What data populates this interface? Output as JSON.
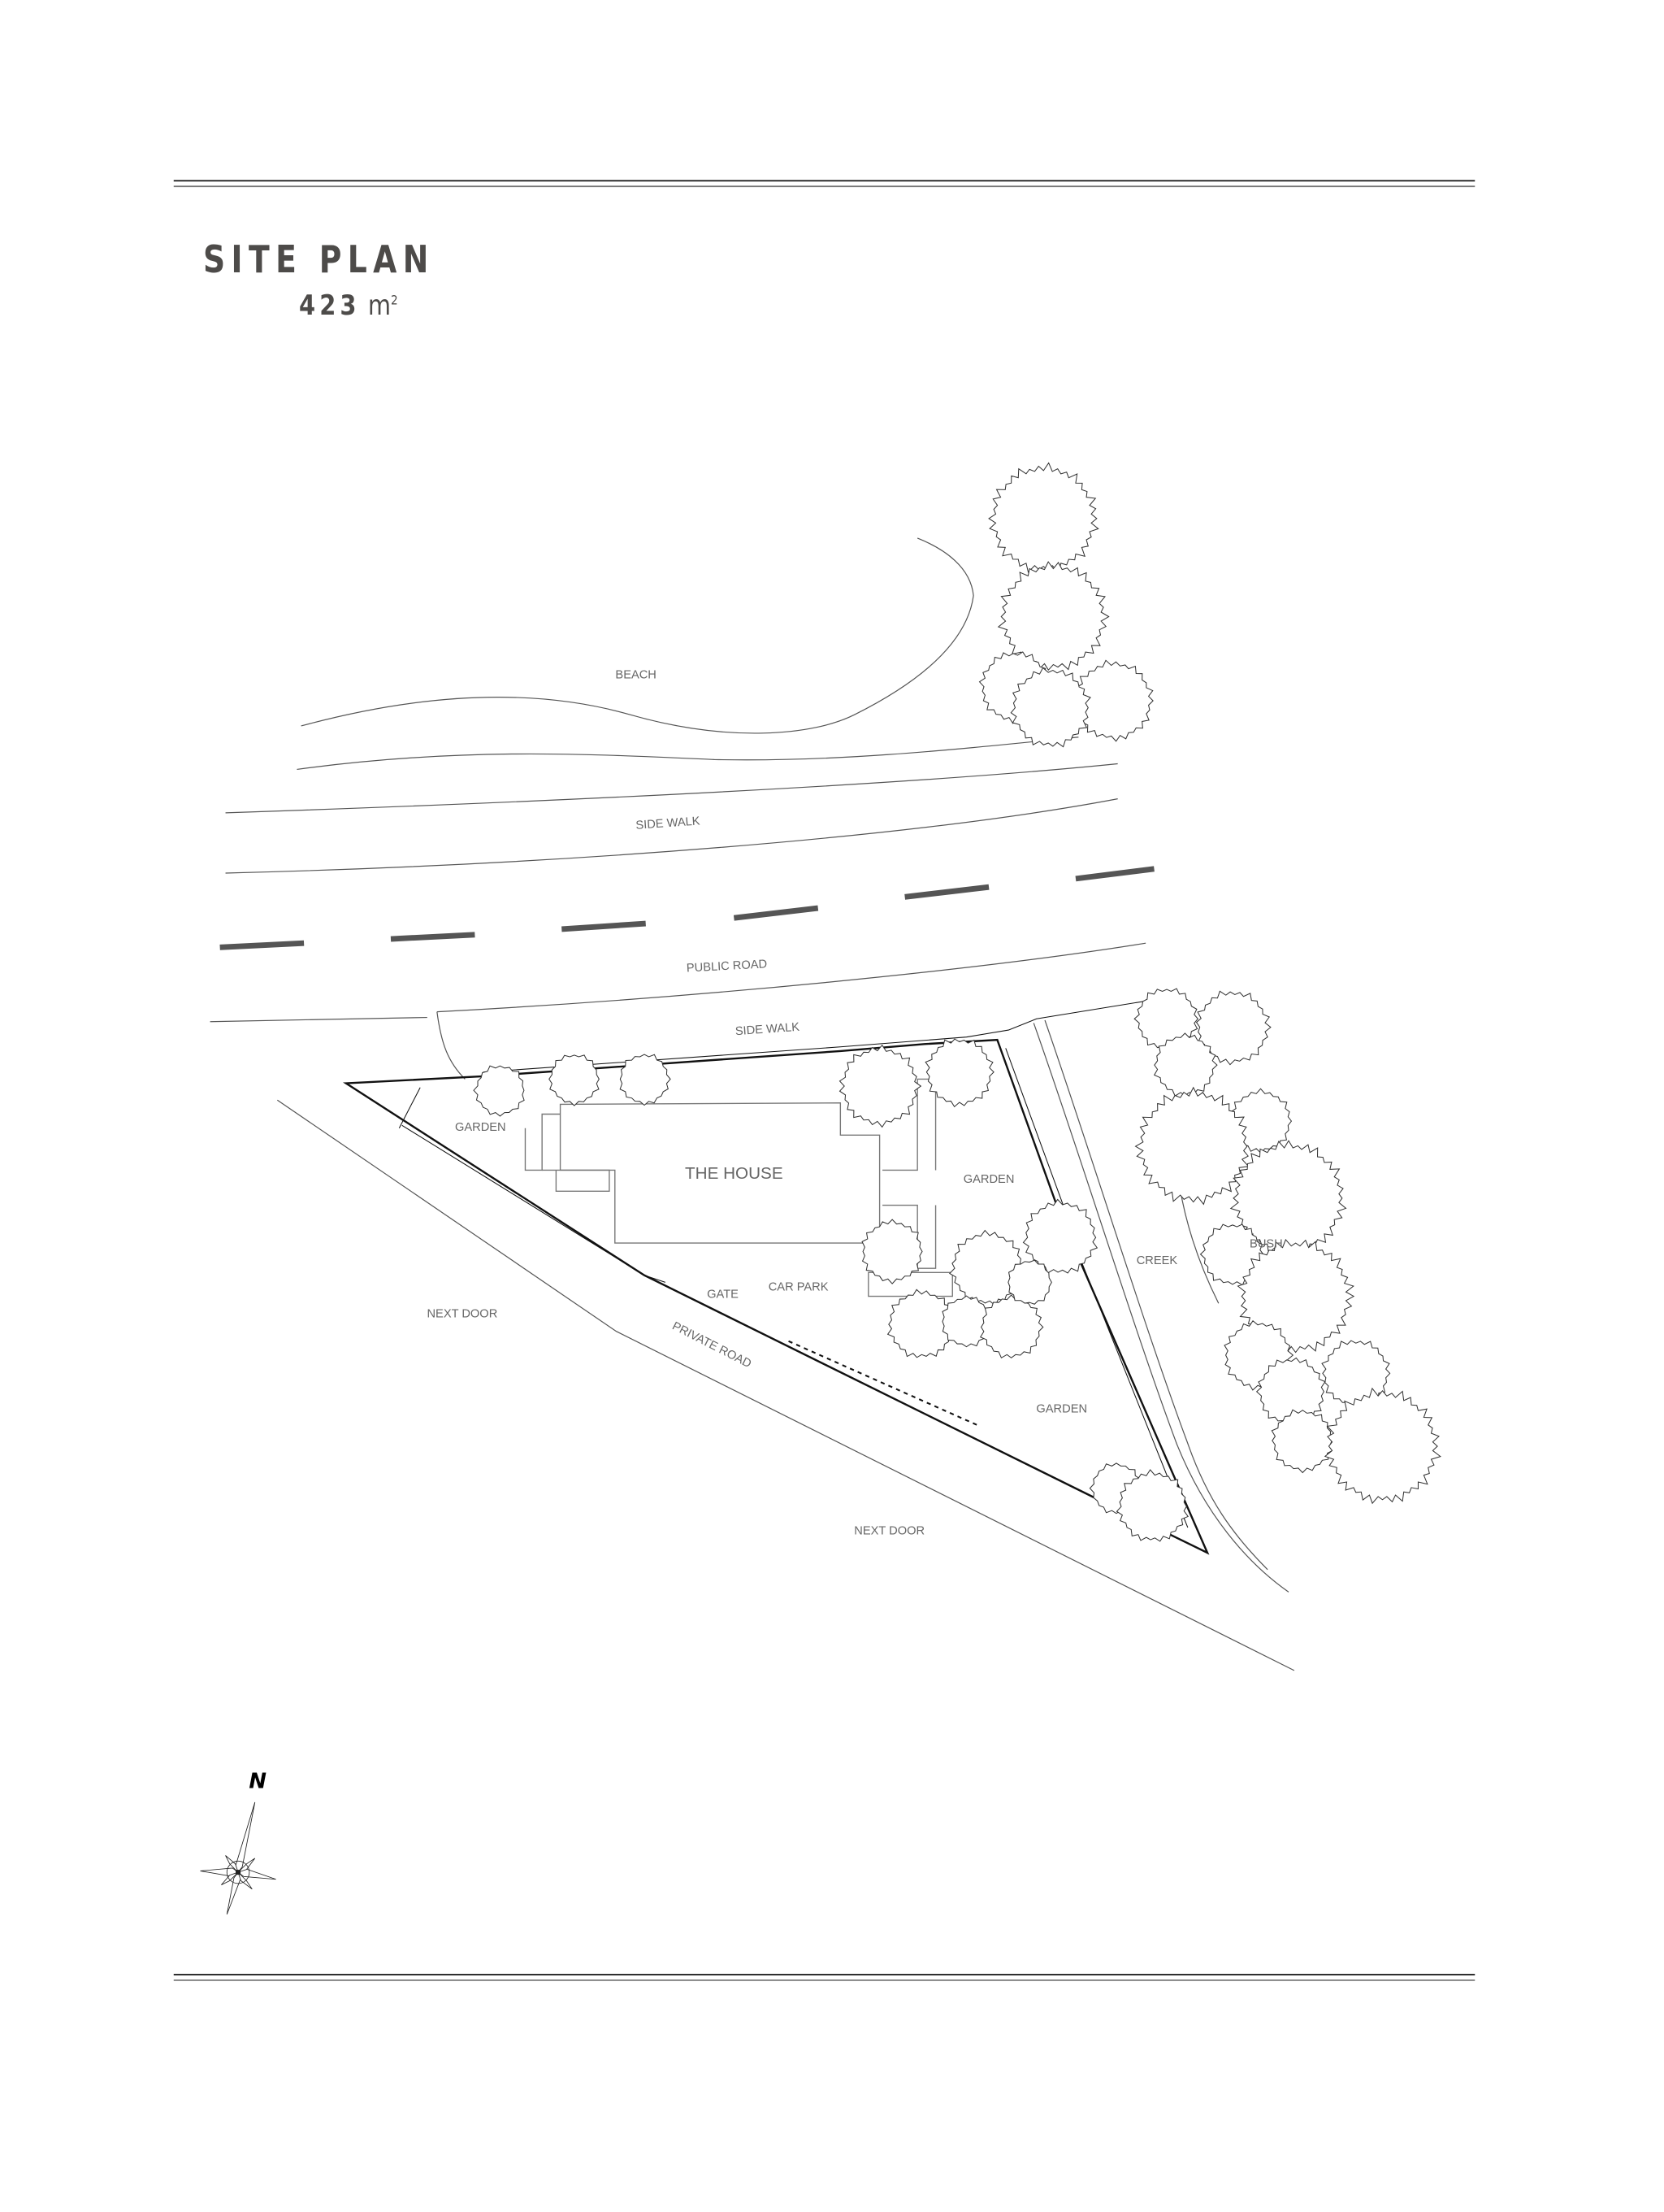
{
  "title": "SITE PLAN",
  "area": {
    "value": "423",
    "unit": "m",
    "superscript": "2"
  },
  "labels": {
    "beach": "BEACH",
    "side_walk_top": "SIDE WALK",
    "public_road": "PUBLIC ROAD",
    "side_walk_bottom": "SIDE WALK",
    "garden_left": "GARDEN",
    "the_house": "THE HOUSE",
    "garden_right": "GARDEN",
    "bush": "BUSH",
    "creek": "CREEK",
    "gate": "GATE",
    "car_park": "CAR PARK",
    "next_door_left": "NEXT DOOR",
    "private_road": "PRIVATE ROAD",
    "garden_bottom": "GARDEN",
    "next_door_bottom": "NEXT DOOR"
  },
  "compass": {
    "north_label": "N"
  }
}
